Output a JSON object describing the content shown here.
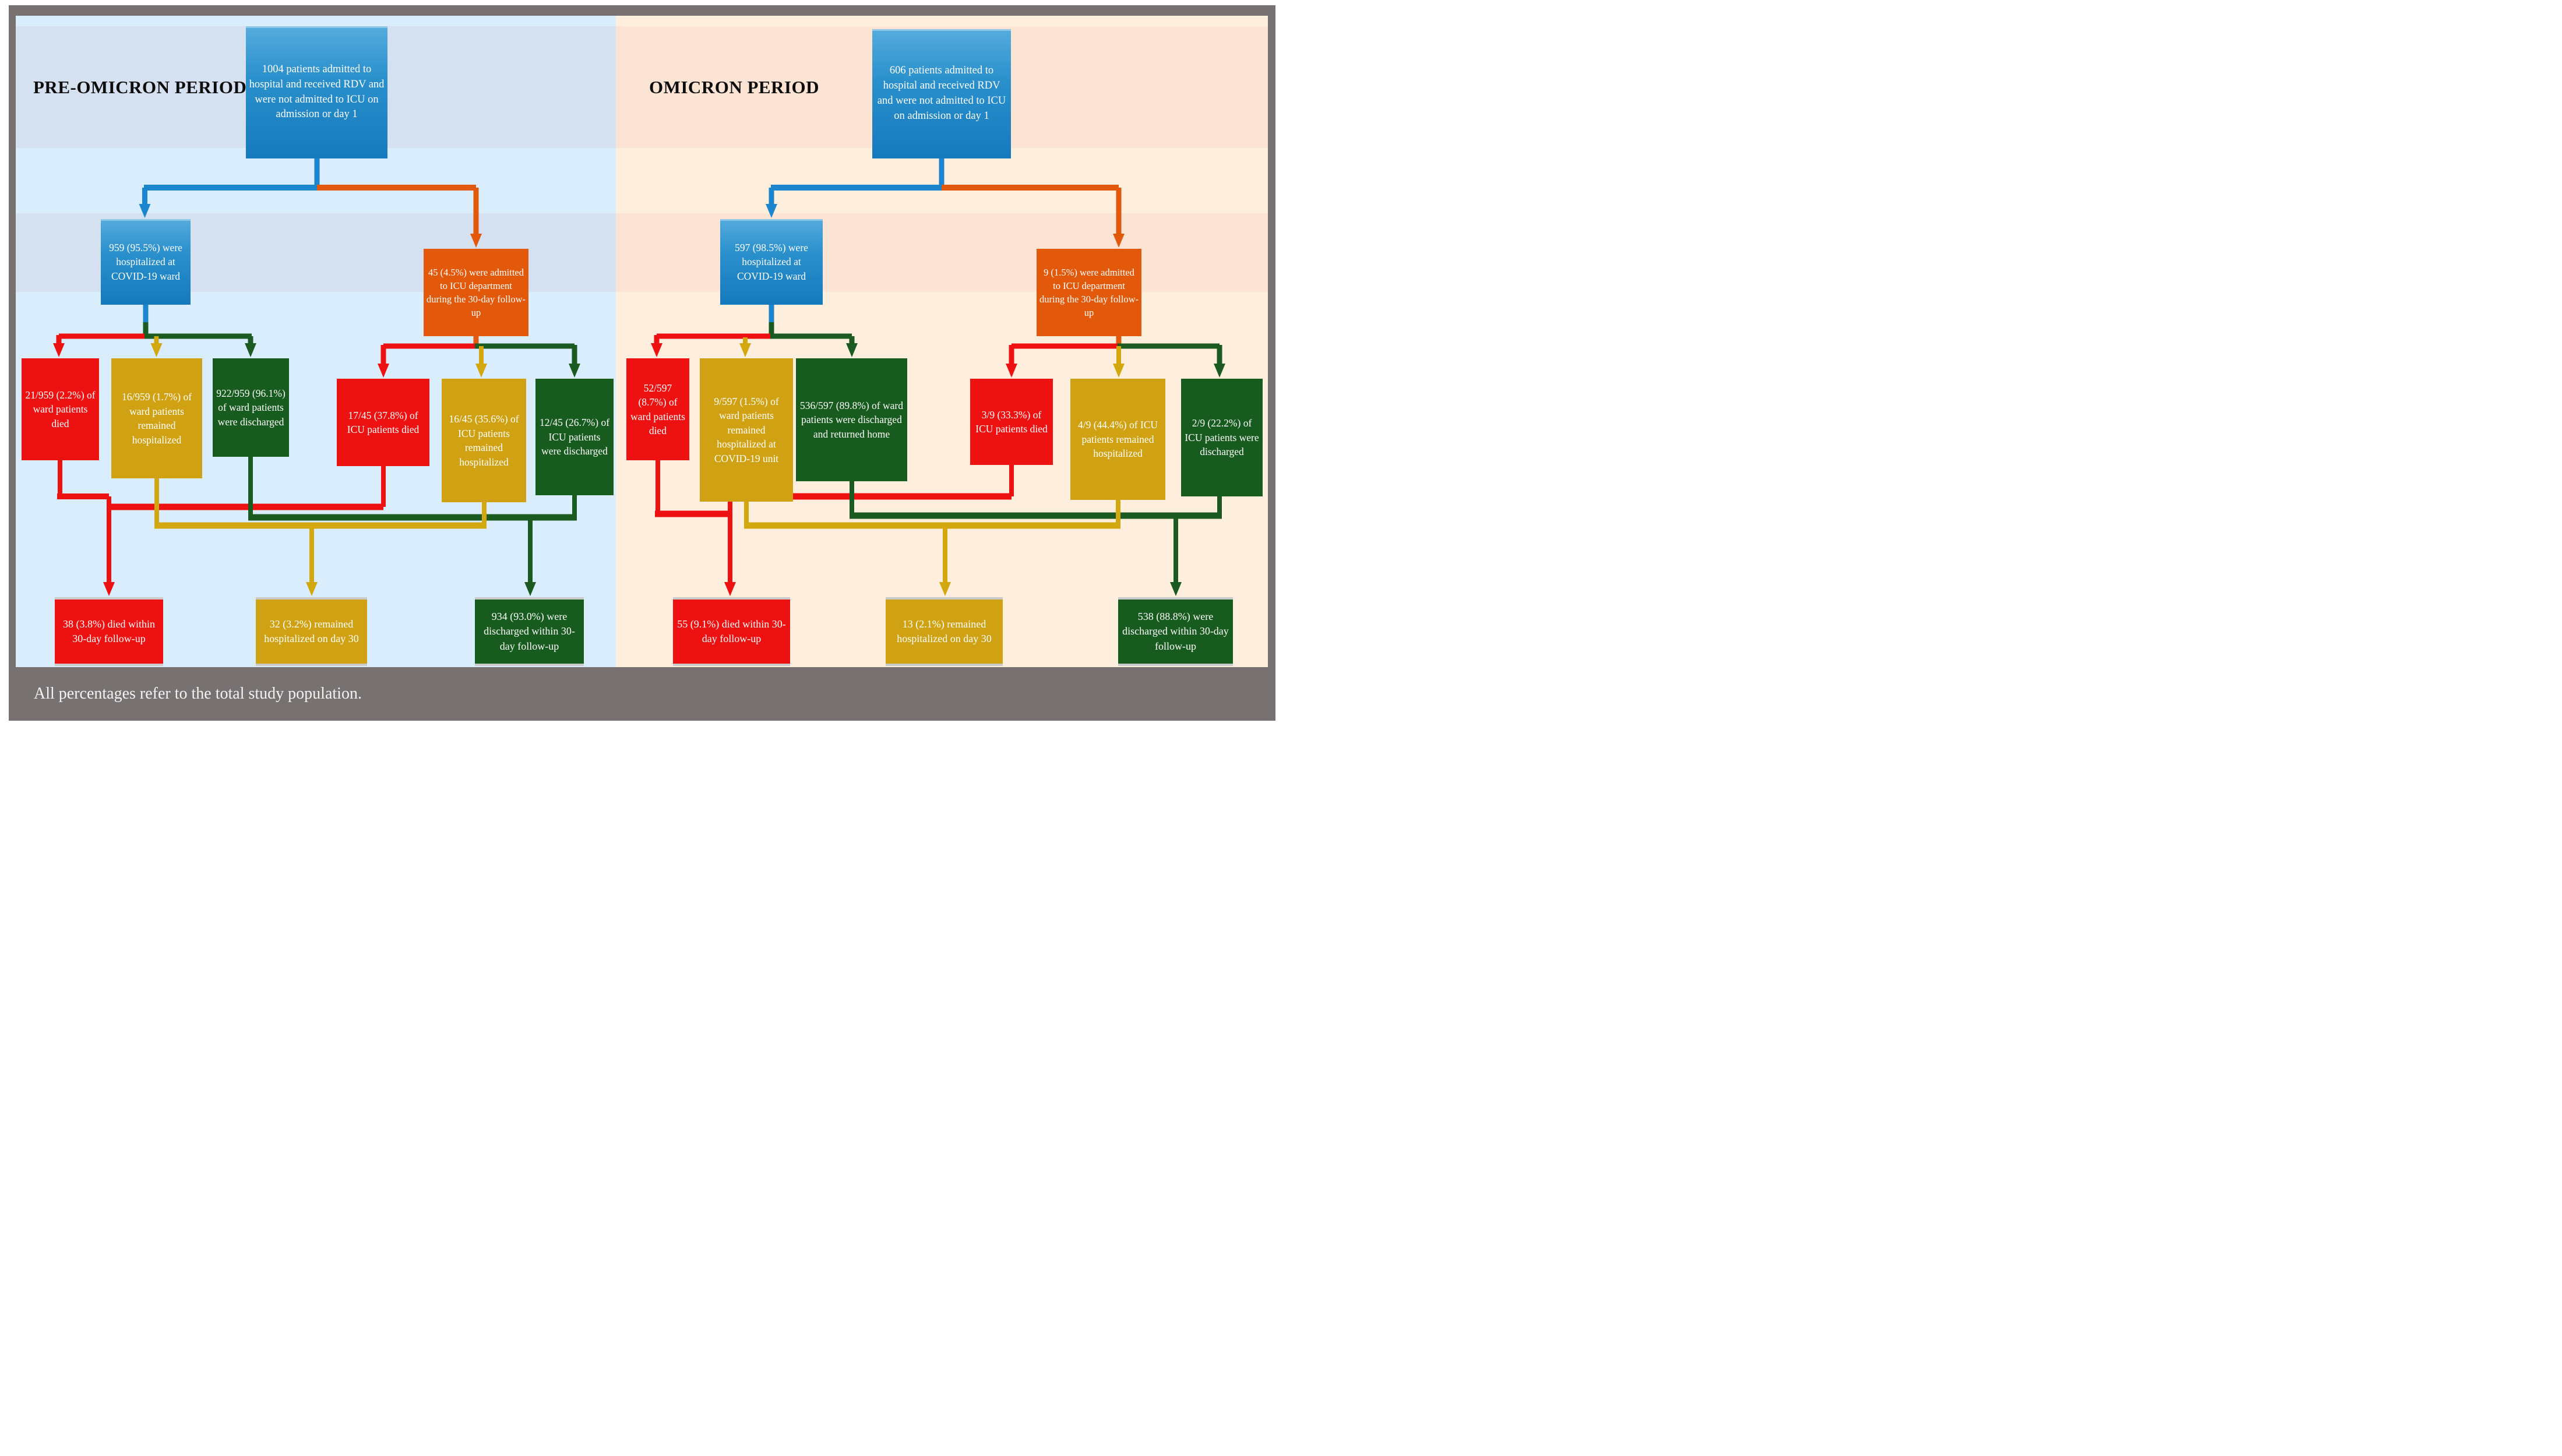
{
  "footer": {
    "note": "All percentages refer to the total study population."
  },
  "palette": {
    "frame_gray": "#777172",
    "pre_band_light": "#d9edfd",
    "pre_band_dark": "#d5e0f0",
    "omicron_band_light": "#fdeedd",
    "omicron_band_dark": "#fce4d4",
    "box_blue": "#1679bd",
    "box_orange": "#e2590c",
    "box_red": "#ee1111",
    "box_gold": "#d0a213",
    "box_green": "#175c1e"
  },
  "panels": [
    {
      "title": "PRE-OMICRON PERIOD",
      "top": "1004 patients admitted to hospital and received RDV and were not admitted to ICU on admission or day 1",
      "ward": "959 (95.5%) were hospitalized at COVID-19 ward",
      "icu": "45 (4.5%) were admitted to ICU department during the 30-day follow-up",
      "ward_died": "21/959 (2.2%) of ward patients died",
      "ward_hospitalized": "16/959 (1.7%) of ward patients remained hospitalized",
      "ward_discharged": "922/959 (96.1%) of ward patients were discharged",
      "icu_died": "17/45 (37.8%) of ICU patients died",
      "icu_hospitalized": "16/45 (35.6%) of ICU patients remained hospitalized",
      "icu_discharged": "12/45 (26.7%) of ICU patients were discharged",
      "summary_died": "38 (3.8%) died within 30-day follow-up",
      "summary_hospitalized": "32 (3.2%) remained hospitalized on day 30",
      "summary_discharged": "934 (93.0%) were discharged within 30-day follow-up"
    },
    {
      "title": "OMICRON PERIOD",
      "top": "606 patients admitted to hospital and received RDV and were not admitted to ICU on admission or day 1",
      "ward": "597 (98.5%) were hospitalized at COVID-19 ward",
      "icu": "9 (1.5%) were admitted to ICU department during the 30-day follow-up",
      "ward_died": "52/597 (8.7%) of ward patients died",
      "ward_hospitalized": "9/597 (1.5%) of ward patients remained hospitalized at COVID-19 unit",
      "ward_discharged": "536/597 (89.8%) of ward patients were discharged and returned home",
      "icu_died": "3/9 (33.3%) of ICU patients died",
      "icu_hospitalized": "4/9 (44.4%) of ICU patients remained hospitalized",
      "icu_discharged": "2/9 (22.2%) of ICU patients were discharged",
      "summary_died": "55 (9.1%) died within 30-day follow-up",
      "summary_hospitalized": "13 (2.1%) remained hospitalized on day 30",
      "summary_discharged": "538 (88.8%) were discharged within 30-day follow-up"
    }
  ]
}
